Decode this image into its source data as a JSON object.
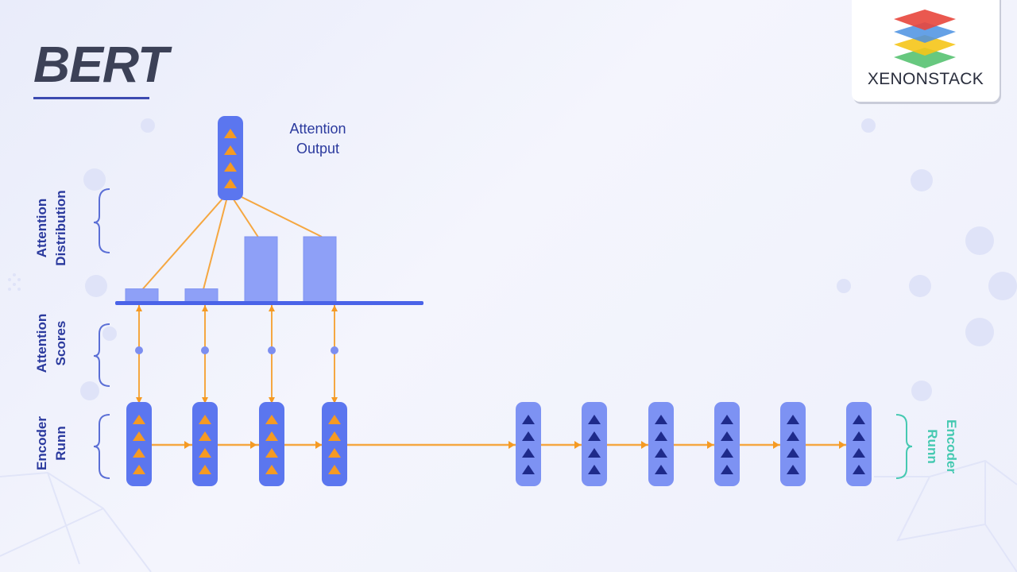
{
  "title": "BERT",
  "logo": {
    "text": "XENONSTACK",
    "colors": [
      "#e8463c",
      "#4a90e2",
      "#f5c518",
      "#56c271"
    ]
  },
  "labels": {
    "attention_output": [
      "Attention",
      "Output"
    ],
    "attention_distribution": [
      "Attention",
      "Distribution"
    ],
    "attention_scores": [
      "Attention",
      "Scores"
    ],
    "encoder_run_left": [
      "Encoder",
      "Runn"
    ],
    "encoder_run_right": [
      "Encoder",
      "Runn"
    ]
  },
  "attention_distribution_weights": [
    0.2,
    0.2,
    1.0,
    1.0
  ],
  "colors": {
    "node_fill": "#5b76ef",
    "node_fill_light": "#7d92f3",
    "arrow_orange": "#f59a23",
    "arrow_navy": "#1e2a8a",
    "line_orange": "#f5a741",
    "bar_fill": "#8ea0f7",
    "axis_blue": "#4a63e8",
    "dot_blue": "#7c8ef0",
    "teal": "#45c9b1"
  }
}
